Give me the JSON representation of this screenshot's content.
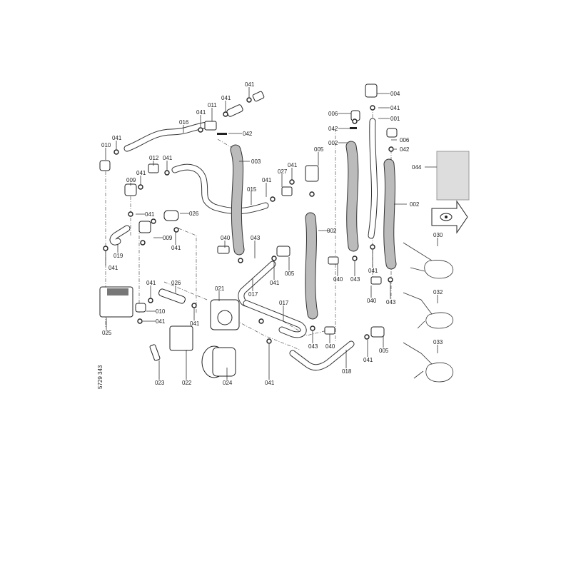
{
  "drawing_number": "5729 343",
  "labels": [
    "041",
    "041",
    "011",
    "041",
    "016",
    "042",
    "041",
    "010",
    "003",
    "012",
    "041",
    "041",
    "009",
    "005",
    "041",
    "027",
    "041",
    "015",
    "041",
    "026",
    "009",
    "041",
    "019",
    "041",
    "040",
    "043",
    "041",
    "005",
    "017",
    "021",
    "026",
    "041",
    "010",
    "041",
    "025",
    "041",
    "017",
    "023",
    "022",
    "024",
    "041",
    "043",
    "040",
    "018",
    "041",
    "005",
    "002",
    "040",
    "043",
    "004",
    "041",
    "006",
    "001",
    "042",
    "002",
    "006",
    "042",
    "044",
    "002",
    "041",
    "040",
    "043",
    "030",
    "032",
    "033"
  ]
}
